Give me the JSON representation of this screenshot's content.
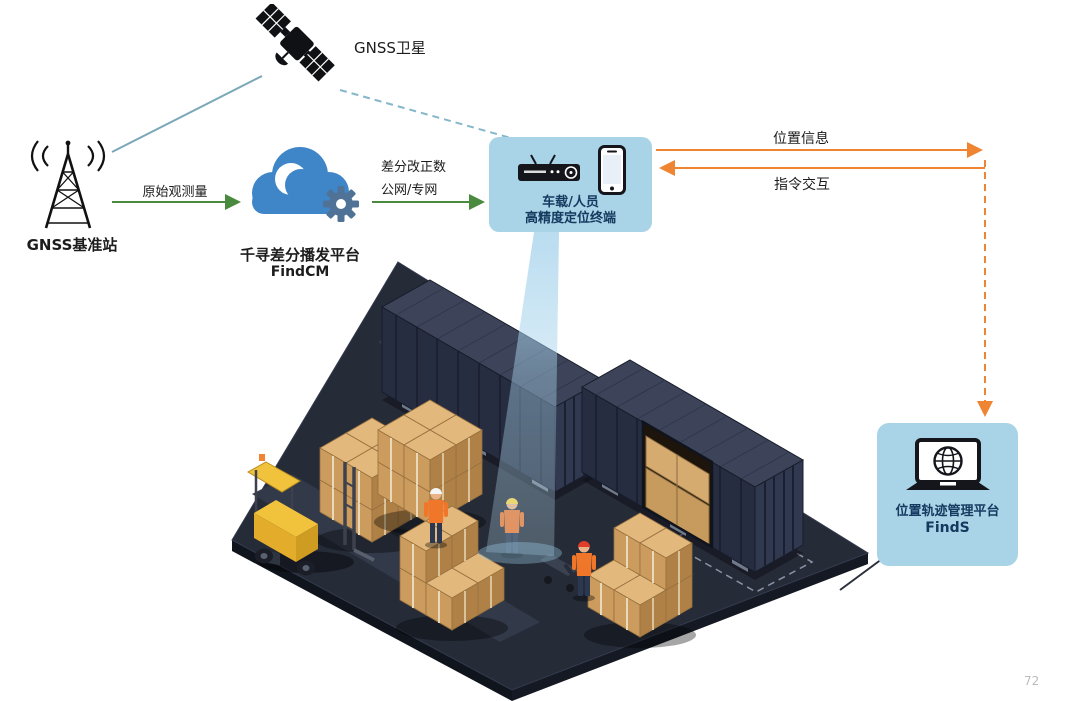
{
  "page": {
    "watermark": "72"
  },
  "diagram": {
    "satellite": {
      "label": "GNSS卫星"
    },
    "base_station": {
      "label": "GNSS基准站"
    },
    "link_raw_obs": {
      "label": "原始观测量"
    },
    "cloud_platform": {
      "title": "千寻差分播发平台",
      "subtitle": "FindCM"
    },
    "link_correction": {
      "line1": "差分改正数",
      "line2": "公网/专网"
    },
    "terminal_panel": {
      "title": "车载/人员",
      "subtitle": "高精度定位终端"
    },
    "link_position_info": {
      "label": "位置信息"
    },
    "link_command": {
      "label": "指令交互"
    },
    "platform_panel": {
      "title": "位置轨迹管理平台",
      "subtitle": "FindS"
    }
  },
  "colors": {
    "panel_blue": "#a9d3e6",
    "text_navy": "#143a60",
    "accent_green": "#4a8a3f",
    "accent_orange": "#ef8432",
    "accent_teal": "#7ba8b8",
    "cloud_blue": "#3f86c9",
    "container_navy": "#262d41",
    "box_tan": "#e3b87c"
  },
  "icons": {
    "satellite": "gnss-satellite-icon",
    "base_station": "antenna-tower-icon",
    "cloud": "cloud-gear-icon",
    "receiver": "receiver-box-icon",
    "phone": "smartphone-icon",
    "laptop": "laptop-globe-icon"
  }
}
